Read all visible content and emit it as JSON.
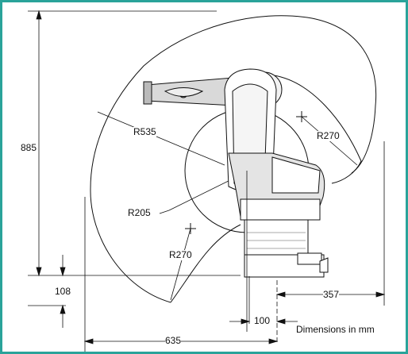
{
  "diagram": {
    "dimensions": {
      "height": "885",
      "base_height": "108",
      "reach_front": "635",
      "offset": "100",
      "reach_back": "357"
    },
    "radii": {
      "outer": "R535",
      "inner": "R205",
      "upper_arc": "R270",
      "lower_arc": "R270"
    },
    "caption": "Dimensions in mm"
  },
  "colors": {
    "frame_border": "#2aa39a",
    "line": "#111111",
    "robot_fill": "#d0d0d0"
  }
}
